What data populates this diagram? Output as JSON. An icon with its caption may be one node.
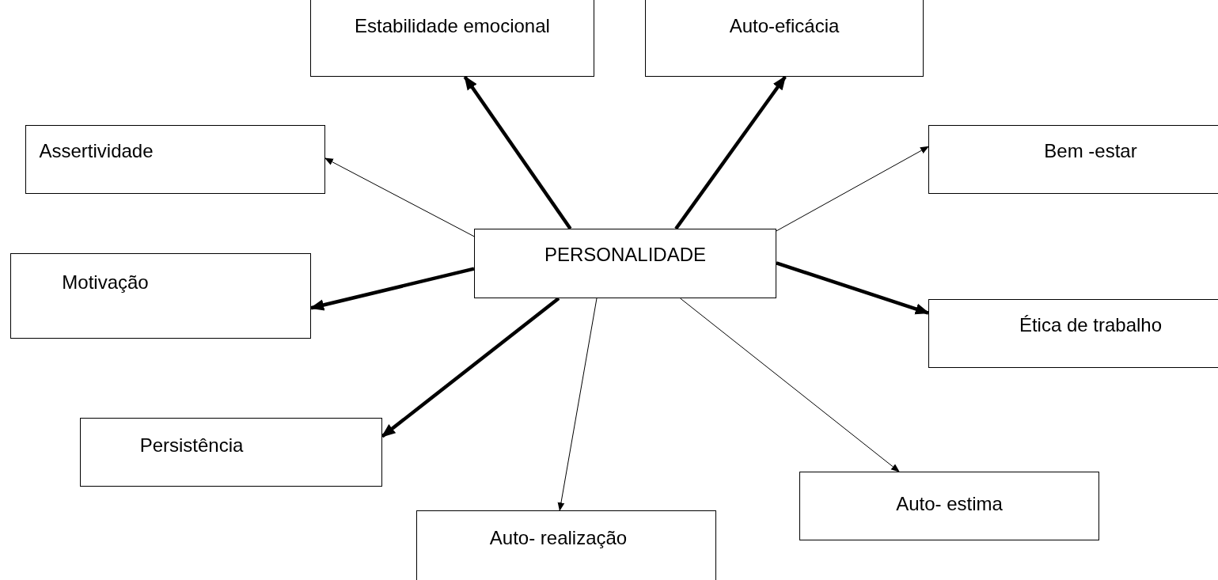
{
  "diagram": {
    "nodes": [
      {
        "text": [
          "PERSONALIDADE"
        ]
      },
      {
        "text": [
          "Estabilidade emocional"
        ]
      },
      {
        "text": [
          "Auto-eficácia"
        ]
      },
      {
        "text": [
          "Assertividade"
        ]
      },
      {
        "text": [
          "Bem -estar"
        ]
      },
      {
        "text": [
          "Motivação"
        ]
      },
      {
        "text": [
          "Ética de trabalho"
        ]
      },
      {
        "text": [
          "Persistência"
        ]
      },
      {
        "text": [
          "Auto- realização"
        ]
      },
      {
        "text": [
          "Auto- estima"
        ]
      }
    ],
    "edges": [
      {
        "from": 0,
        "to": 1,
        "arrow": "to"
      },
      {
        "from": 0,
        "to": 2,
        "arrow": "to"
      },
      {
        "from": 0,
        "to": 3,
        "arrow": "to"
      },
      {
        "from": 0,
        "to": 4,
        "arrow": "to"
      },
      {
        "from": 0,
        "to": 5,
        "arrow": "to"
      },
      {
        "from": 0,
        "to": 6,
        "arrow": "to"
      },
      {
        "from": 0,
        "to": 7,
        "arrow": "to"
      },
      {
        "from": 0,
        "to": 8,
        "arrow": "to"
      },
      {
        "from": 0,
        "to": 9,
        "arrow": "to"
      }
    ]
  }
}
